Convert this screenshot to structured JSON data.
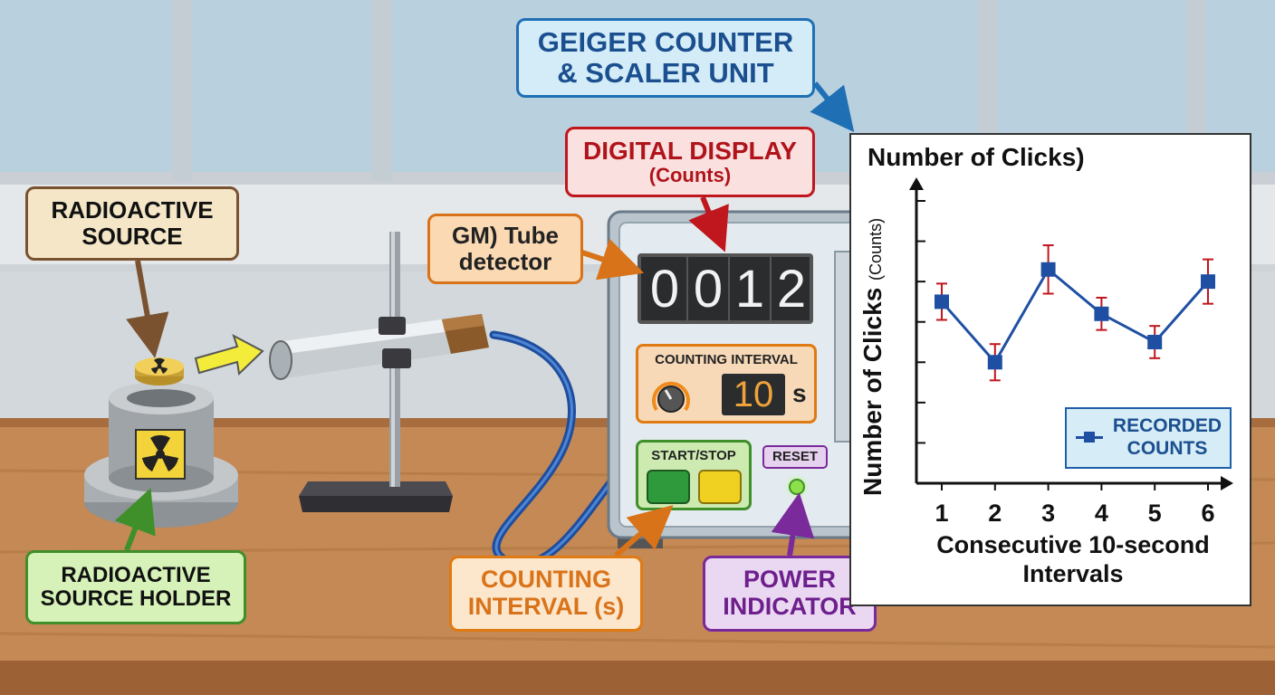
{
  "labels": {
    "geiger_line1": "GEIGER COUNTER",
    "geiger_line2": "& SCALER UNIT",
    "display_line1": "DIGITAL DISPLAY",
    "display_line2": "(Counts)",
    "gm_line1": "GM) Tube",
    "gm_line2": "detector",
    "source_line1": "RADIOACTIVE",
    "source_line2": "SOURCE",
    "holder_line1": "RADIOACTIVE",
    "holder_line2": "SOURCE HOLDER",
    "interval_line1": "COUNTING",
    "interval_line2": "INTERVAL (s)",
    "power_line1": "POWER",
    "power_line2": "INDICATOR"
  },
  "scaler": {
    "digits": [
      "0",
      "0",
      "1",
      "2"
    ],
    "interval_title": "COUNTING INTERVAL",
    "interval_value": "10",
    "interval_unit": "s",
    "start_stop_label": "START/STOP",
    "reset_label": "RESET"
  },
  "colors": {
    "geiger": "#1f6fb5",
    "display": "#c0161d",
    "gm": "#d9731a",
    "source": "#7a5230",
    "holder": "#3f8f2a",
    "interval": "#e07a12",
    "power": "#7a2a9a",
    "series": "#1f4fa3",
    "error_bar": "#c0161d"
  },
  "chart_data": {
    "type": "line",
    "title": "Number of Clicks)",
    "ylabel": "Number of Clicks",
    "ylabel_unit": "(Counts)",
    "xlabel_line1": "Consecutive 10-second",
    "xlabel_line2": "Intervals",
    "x": [
      1,
      2,
      3,
      4,
      5,
      6
    ],
    "x_tick_labels": [
      "1",
      "2",
      "3",
      "4",
      "5",
      "6"
    ],
    "y_values": [
      4.5,
      3.0,
      5.3,
      4.2,
      3.5,
      5.0
    ],
    "y_error": [
      0.45,
      0.45,
      0.6,
      0.4,
      0.4,
      0.55
    ],
    "ylim": [
      0,
      7
    ],
    "y_tick_count": 7,
    "legend_line1": "RECORDED",
    "legend_line2": "COUNTS",
    "legend_position": "bottom-right",
    "grid": false
  }
}
